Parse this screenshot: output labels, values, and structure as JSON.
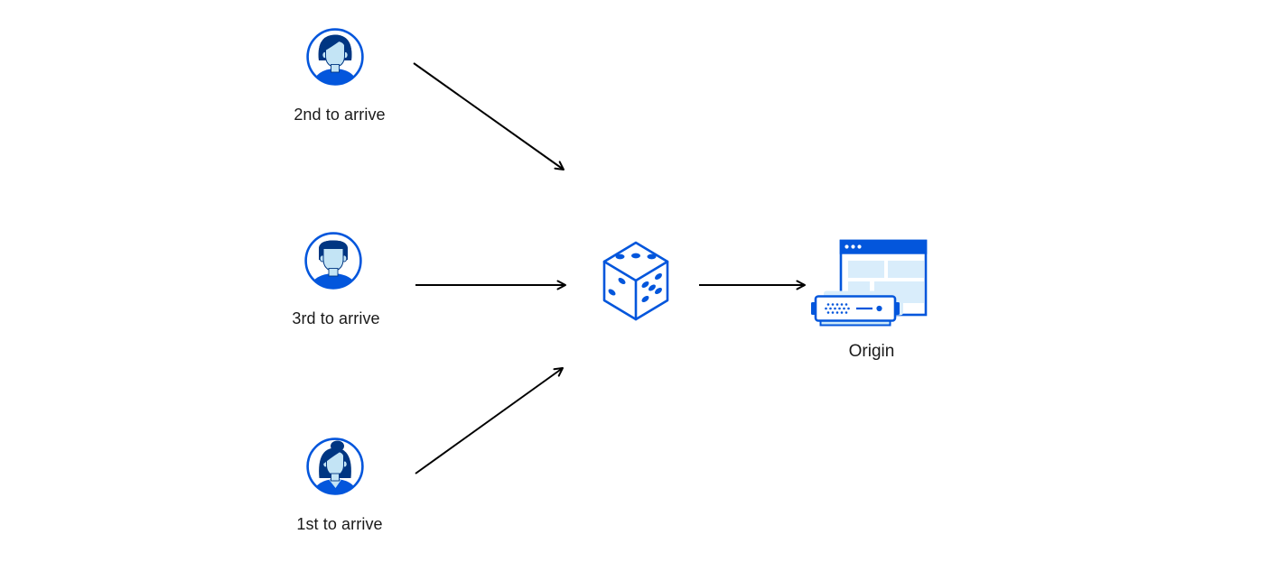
{
  "colors": {
    "primary_blue": "#0356DC",
    "dark_navy": "#003682",
    "face_blue": "#C3E4F5",
    "pale_blue": "#D9EDFB",
    "shadow_blue": "#CDE9F9",
    "arrow_black": "#000000",
    "text": "#1A1A1A",
    "background": "#FFFFFF"
  },
  "diagram": {
    "clients": [
      {
        "label": "2nd to arrive",
        "icon": "person-avatar-swept-hair"
      },
      {
        "label": "3rd to arrive",
        "icon": "person-avatar-flat-hair"
      },
      {
        "label": "1st to arrive",
        "icon": "person-avatar-hair-bun"
      }
    ],
    "balancer": {
      "icon": "dice"
    },
    "origin": {
      "label": "Origin",
      "icon": "browser-window-and-server"
    },
    "arrows": [
      {
        "from": "2nd to arrive",
        "to": "dice"
      },
      {
        "from": "3rd to arrive",
        "to": "dice"
      },
      {
        "from": "1st to arrive",
        "to": "dice"
      },
      {
        "from": "dice",
        "to": "Origin"
      }
    ]
  }
}
